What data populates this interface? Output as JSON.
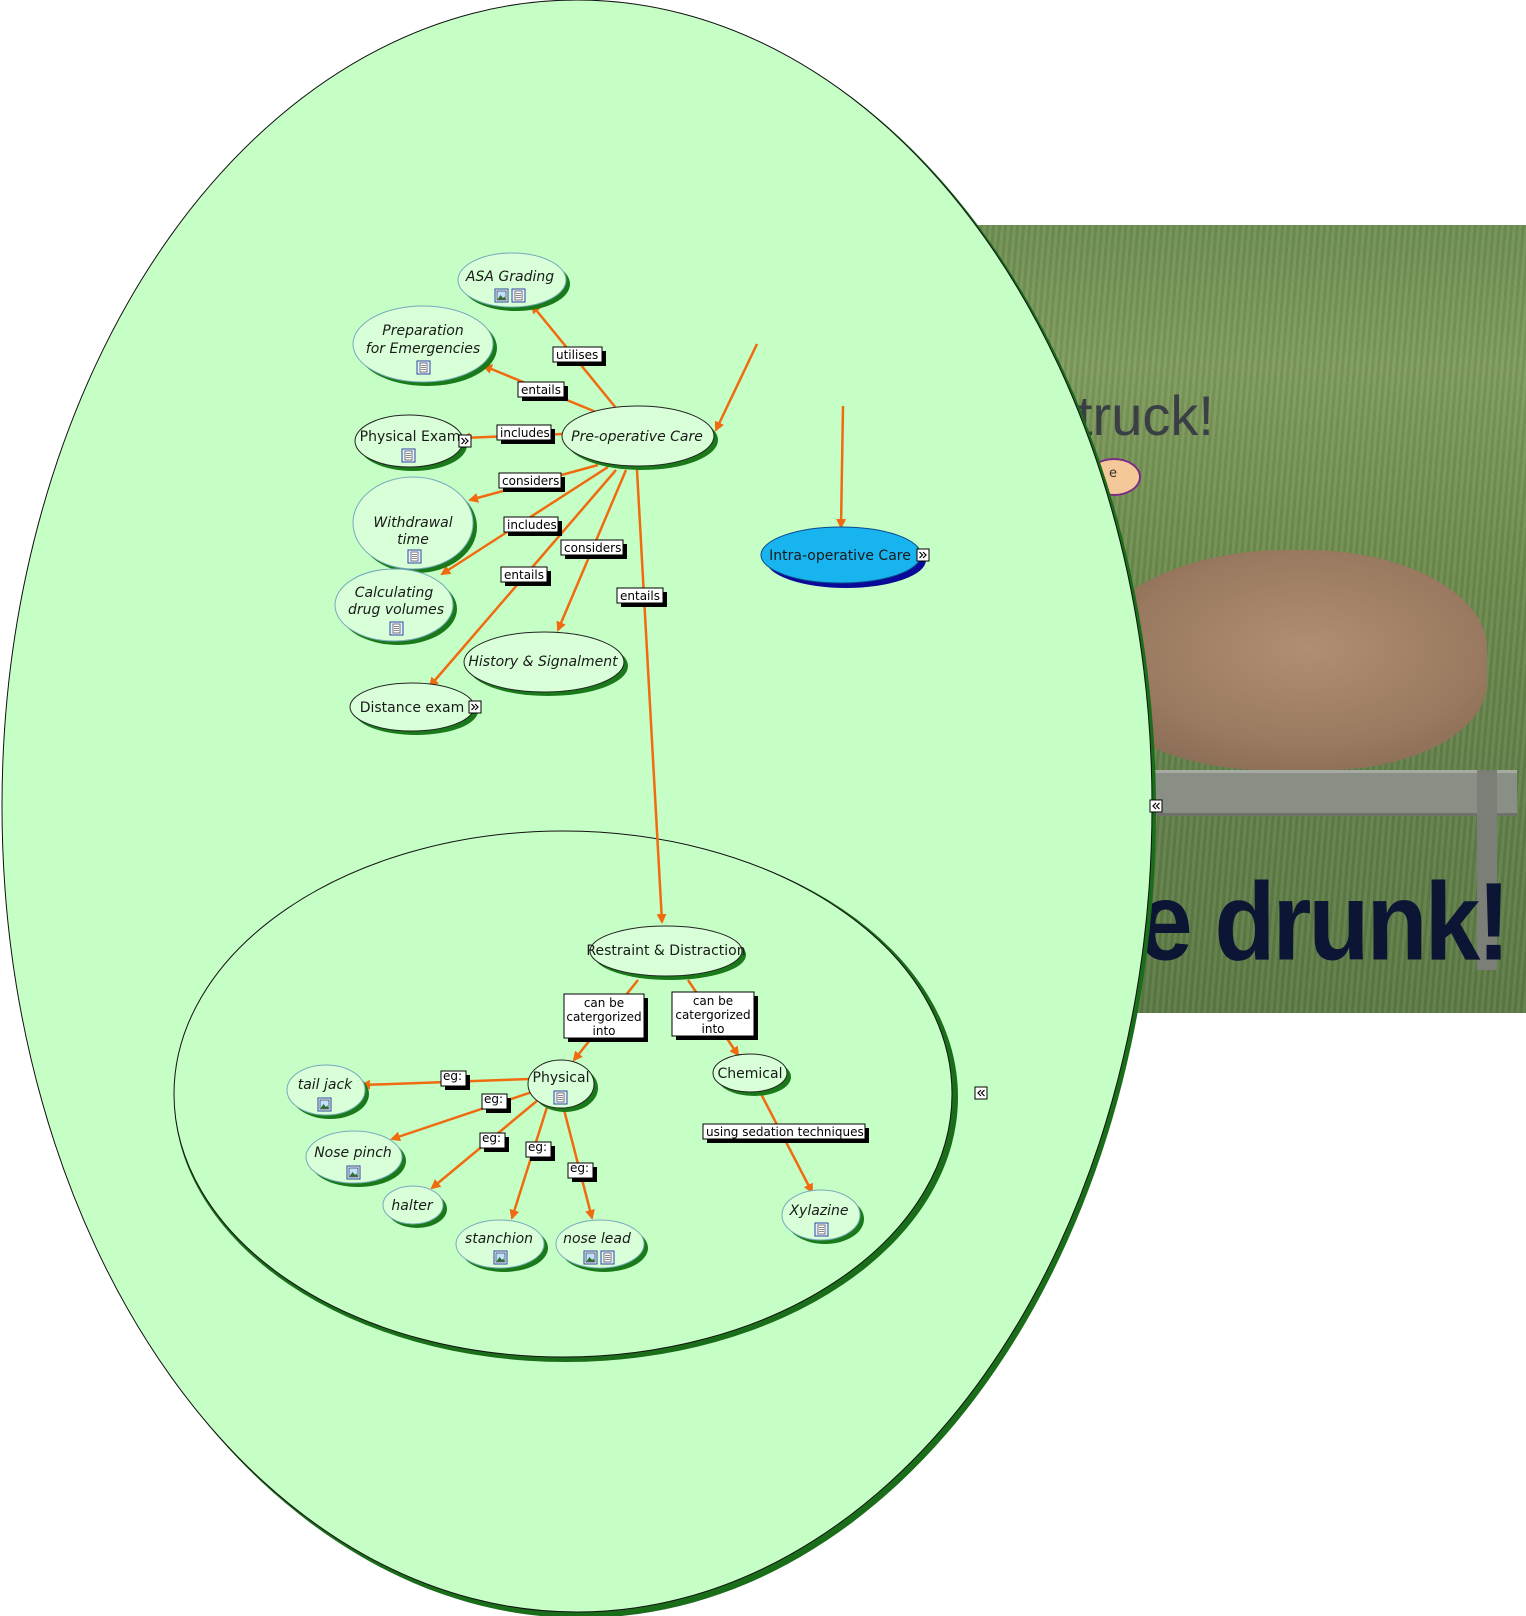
{
  "background": {
    "photo_text_top": "truck!",
    "photo_text_bottom": "e drunk!",
    "hidden_node_text": "e"
  },
  "nodes": {
    "asa_grading": "ASA Grading",
    "prep_emergencies_1": "Preparation",
    "prep_emergencies_2": "for Emergencies",
    "physical_exam": "Physical Exam",
    "pre_operative_care": "Pre-operative Care",
    "withdrawal_time_1": "Withdrawal",
    "withdrawal_time_2": "time",
    "calc_drug_1": "Calculating",
    "calc_drug_2": "drug volumes",
    "history_signalment": "History & Signalment",
    "distance_exam": "Distance exam",
    "intra_operative_care": "Intra-operative Care",
    "restraint_distraction": "Restraint & Distraction",
    "physical": "Physical",
    "chemical": "Chemical",
    "tail_jack": "tail jack",
    "nose_pinch": "Nose pinch",
    "halter": "halter",
    "stanchion": "stanchion",
    "nose_lead": "nose lead",
    "xylazine": "Xylazine"
  },
  "links": {
    "utilises": "utilises",
    "entails_prep": "entails",
    "includes_exam": "includes",
    "considers_withdrawal": "considers",
    "includes_calc": "includes",
    "considers_history": "considers",
    "entails_distance": "entails",
    "entails_restraint": "entails",
    "can_be_1": [
      "can be",
      "catergorized",
      "into"
    ],
    "can_be_2": [
      "can be",
      "catergorized",
      "into"
    ],
    "eg_1": "eg:",
    "eg_2": "eg:",
    "eg_3": "eg:",
    "eg_4": "eg:",
    "eg_5": "eg:",
    "sedation": "using sedation techniques"
  },
  "colors": {
    "big_ellipse_fill": "#c6ffc6",
    "node_fill": "#d8ffd8",
    "node_shadow": "#1a7a1a",
    "arrow": "#f06a0f",
    "intra_fill": "#18b4f0",
    "intra_shadow": "#0a0a9a"
  }
}
